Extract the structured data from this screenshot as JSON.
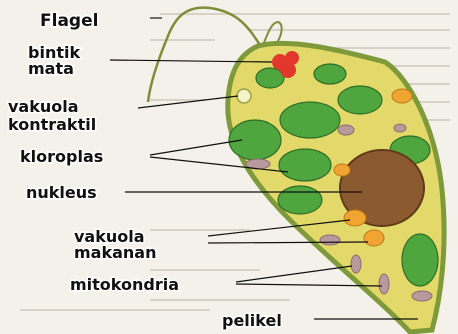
{
  "diagram": {
    "labels": {
      "flagel": "Flagel",
      "bintik_line1": "bintik",
      "bintik_line2": "mata",
      "vakuola_kontraktil_line1": "vakuola",
      "vakuola_kontraktil_line2": "kontraktil",
      "kloroplas": "kloroplas",
      "nukleus": "nukleus",
      "vakuola_makanan_line1": "vakuola",
      "vakuola_makanan_line2": "makanan",
      "mitokondria": "mitokondria",
      "pelikel": "pelikel"
    },
    "colors": {
      "cytoplasm": "#e2d96a",
      "pellicle": "#7f9a3a",
      "chloroplast": "#4fa63f",
      "nucleus": "#8c5a2f",
      "eyespot": "#e2372b",
      "food_vacuole": "#f0a432",
      "mitochondria": "#b89a9c",
      "paper": "#f4f1ea"
    }
  }
}
